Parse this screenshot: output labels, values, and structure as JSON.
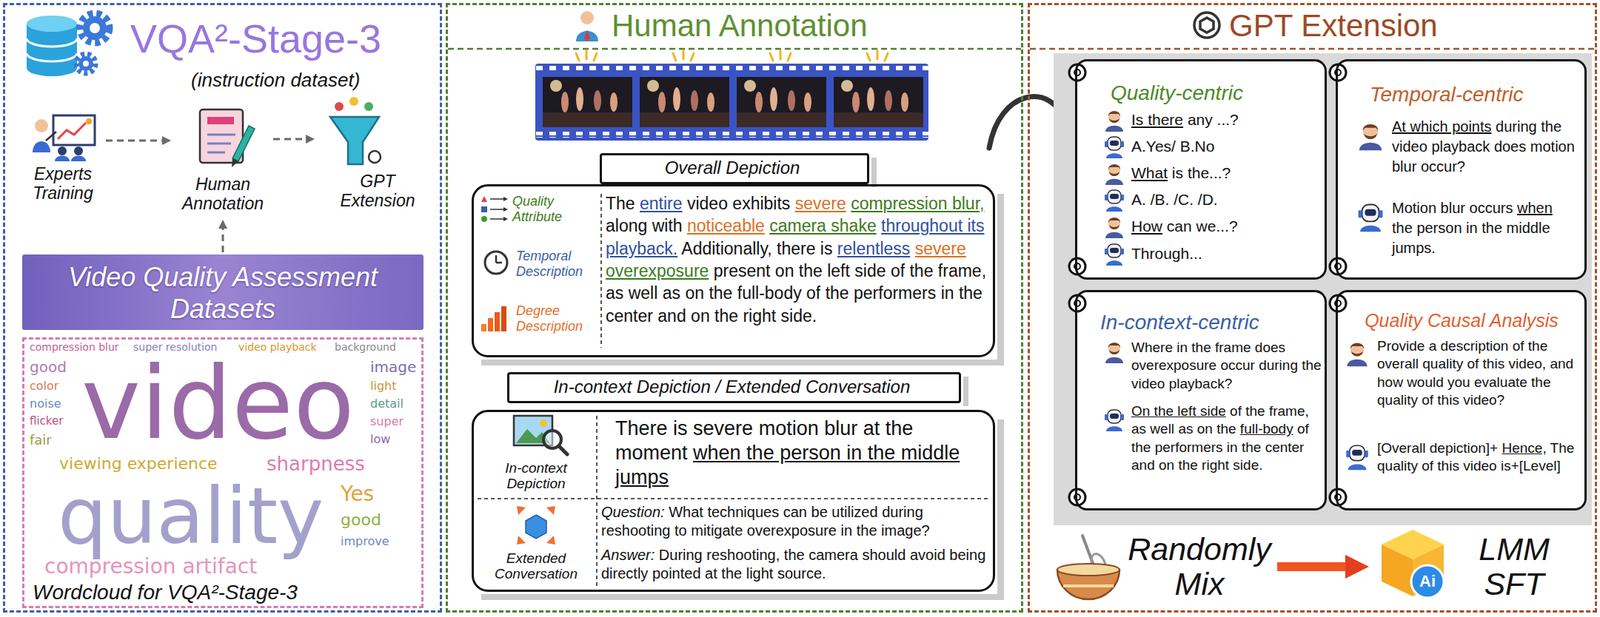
{
  "diagram": {
    "nodes": [
      {
        "text": [
          "VQA²-Stage-3",
          "(instruction dataset)"
        ]
      },
      {
        "text": [
          "Experts Training"
        ],
        "in": 0
      },
      {
        "text": [
          "Human Annotation"
        ],
        "in": 0
      },
      {
        "text": [
          "GPT Extension"
        ],
        "in": 0
      },
      {
        "text": [
          "Video Quality Assessment Datasets"
        ],
        "in": 0
      },
      {
        "text": [
          "Wordcloud for VQA²-Stage-3"
        ],
        "in": 0
      },
      {
        "text": [
          "Human Annotation"
        ]
      },
      {
        "text": [
          "Overall Depiction"
        ],
        "in": 6
      },
      {
        "text": [
          "The entire video exhibits severe compression blur, along with noticeable camera shake throughout its playback. Additionally, there is relentless severe overexposure present on the left side of the frame, as well as on the full-body of the performers in the center and on the right side."
        ],
        "in": 6
      },
      {
        "text": [
          "In-context Depiction / Extended Conversation"
        ],
        "in": 6
      },
      {
        "text": [
          "In-context Depiction",
          "There is severe motion blur at the moment when the person in the middle jumps",
          "Extended Conversation",
          "Question: What techniques can be utilized during reshooting to mitigate overexposure in the image?",
          "Answer: During reshooting, the camera should avoid being directly pointed at the light source."
        ],
        "in": 6
      },
      {
        "text": [
          "GPT Extension"
        ]
      },
      {
        "text": [
          "Quality-centric",
          "Is there any ...?",
          "A.Yes/ B.No",
          "What is the...?",
          "A. /B. /C. /D.",
          "How can we...?",
          "Through..."
        ],
        "in": 11
      },
      {
        "text": [
          "Temporal-centric",
          "At which points during the video playback does motion blur occur?",
          "Motion blur occurs when the person in the middle jumps."
        ],
        "in": 11
      },
      {
        "text": [
          "In-context-centric",
          "Where in the frame does overexposure occur during the video playback?",
          "On the left side of the frame, as well as on the full-body of the performers in the center and on the right side."
        ],
        "in": 11
      },
      {
        "text": [
          "Quality Causal Analysis",
          "Provide a description of the overall quality of this video, and how would you evaluate the quality of this video?",
          "[Overall depiction]+ Hence, The quality of this video is+[Level]"
        ],
        "in": 11
      },
      {
        "text": [
          "Randomly Mix"
        ],
        "in": 11
      },
      {
        "text": [
          "LMM SFT"
        ],
        "in": 11
      }
    ],
    "edges": [
      {
        "from": 1,
        "to": 2,
        "arrow": "to"
      },
      {
        "from": 2,
        "to": 3,
        "arrow": "to"
      },
      {
        "from": 4,
        "to": 2,
        "arrow": "to"
      },
      {
        "from": 16,
        "to": 17,
        "arrow": "to"
      }
    ],
    "labels": [
      "Ai",
      "compression blur",
      "super resolution",
      "video playback",
      "background",
      "good",
      "color",
      "noise",
      "flicker",
      "fair",
      "image",
      "light",
      "detail",
      "super",
      "low",
      "video",
      "viewing experience",
      "sharpness",
      "quality",
      "Yes",
      "good",
      "improve",
      "compression artifact"
    ],
    "legend": [
      {
        "text": "Quality Attribute"
      },
      {
        "text": "Temporal Description"
      },
      {
        "text": "Degree Description"
      }
    ]
  }
}
